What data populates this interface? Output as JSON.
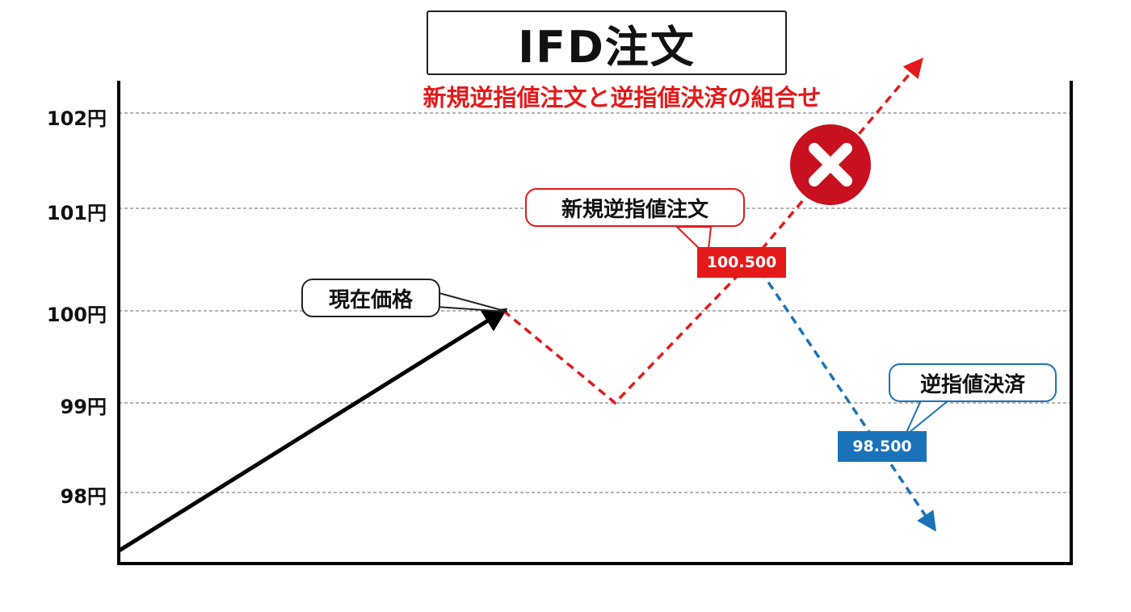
{
  "header": {
    "title": "IFD注文",
    "subtitle": "新規逆指値注文と逆指値決済の組合せ"
  },
  "chart_data": {
    "type": "line",
    "y_ticks": [
      "102円",
      "101円",
      "100円",
      "99円",
      "98円"
    ],
    "ylim": [
      97.35,
      102.35
    ],
    "series": [
      {
        "role": "price-history",
        "color": "#000000",
        "style": "solid",
        "points": [
          [
            0,
            97.35
          ],
          [
            0.404,
            100.0
          ]
        ]
      },
      {
        "role": "entry-path",
        "color": "#e41a1a",
        "style": "dashed",
        "points": [
          [
            0.404,
            100.0
          ],
          [
            0.521,
            99.0
          ],
          [
            0.666,
            100.5
          ],
          [
            0.842,
            102.55
          ]
        ]
      },
      {
        "role": "exit-path",
        "color": "#1a73b8",
        "style": "dashed",
        "points": [
          [
            0.666,
            100.5
          ],
          [
            0.856,
            97.6
          ]
        ]
      }
    ]
  },
  "annotations": {
    "current_price": "現在価格",
    "entry_order": "新規逆指値注文",
    "entry_price": "100.500",
    "exit_order": "逆指値決済",
    "exit_price": "98.500",
    "cancel_icon": "cross-icon"
  },
  "colors": {
    "entry": "#e41a1a",
    "exit": "#1a73b8",
    "price_history": "#000000",
    "cancel": "#c8101e"
  }
}
